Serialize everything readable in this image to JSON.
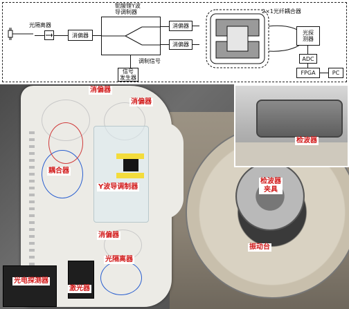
{
  "schematic": {
    "isolator": "光隔离器",
    "depolarizer_in": "消偏器",
    "modulator_title_line1": "铌酸锂Y波",
    "modulator_title_line2": "导调制器",
    "depolarizer_top": "消偏器",
    "depolarizer_bottom": "消偏器",
    "coupler": "2×1光纤耦合器",
    "photodetector_line1": "光探",
    "photodetector_line2": "测器",
    "adc": "ADC",
    "fpga": "FPGA",
    "pc": "PC",
    "mod_signal": "调制信号",
    "signal_gen_line1": "信号",
    "signal_gen_line2": "发生器"
  },
  "photo": {
    "labels": {
      "depolarizer_1": "消偏器",
      "depolarizer_2": "消偏器",
      "coupler": "耦合器",
      "y_modulator": "Y波导调制器",
      "depolarizer_3": "消偏器",
      "isolator": "光隔离器",
      "photodetector": "光电探测器",
      "laser": "激光器",
      "geophone": "检波器",
      "geophone_fixture_line1": "检波器",
      "geophone_fixture_line2": "夹具",
      "shaker": "振动台"
    },
    "colors": {
      "label_text": "#d21c1c",
      "label_bg": "#ffffff"
    }
  }
}
